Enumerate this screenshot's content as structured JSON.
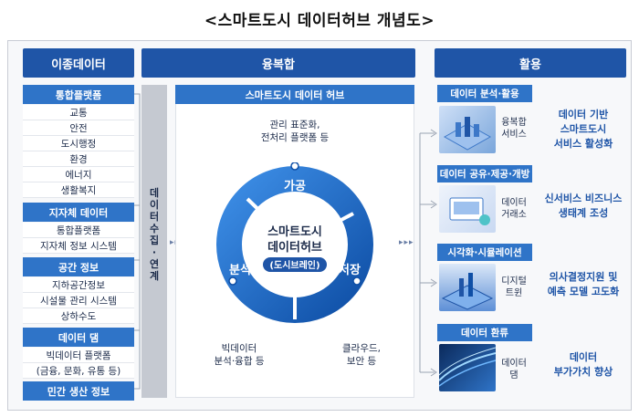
{
  "title": "<스마트도시 데이터허브 개념도>",
  "headers": {
    "left": "이종데이터",
    "middle": "융복합",
    "right": "활용"
  },
  "left_groups": [
    {
      "header": "통합플랫폼",
      "items": [
        "교통",
        "안전",
        "도시행정",
        "환경",
        "에너지",
        "생활복지"
      ]
    },
    {
      "header": "지자체 데이터",
      "items": [
        "통합플랫폼",
        "지자체 정보 시스템"
      ]
    },
    {
      "header": "공간 정보",
      "items": [
        "지하공간정보",
        "시설물 관리 시스템",
        "상하수도"
      ]
    },
    {
      "header": "데이터 댐",
      "items": [
        "빅데이터 플랫폼",
        "(금융, 문화, 유통 등)"
      ]
    },
    {
      "header": "민간 생산 정보",
      "items": []
    }
  ],
  "side_label": "데이터수집·연계",
  "hub": {
    "header": "스마트도시 데이터 허브",
    "center_line1": "스마트도시",
    "center_line2": "데이터허브",
    "center_badge": "(도시브레인)",
    "seg_top": "가공",
    "seg_left": "분석",
    "seg_right": "저장",
    "top_label_1": "관리 표준화,",
    "top_label_2": "전처리 플랫폼 등",
    "bl_label_1": "빅데이터",
    "bl_label_2": "분석·융합 등",
    "br_label_1": "클라우드,",
    "br_label_2": "보안 등"
  },
  "right_groups": [
    {
      "header": "데이터 분석·활용",
      "service_1": "융복합",
      "service_2": "서비스",
      "outcome_1": "데이터 기반",
      "outcome_2": "스마트도시",
      "outcome_3": "서비스 활성화"
    },
    {
      "header": "데이터 공유·제공·개방",
      "service_1": "데이터",
      "service_2": "거래소",
      "outcome_1": "신서비스 비즈니스",
      "outcome_2": "생태계 조성",
      "outcome_3": ""
    },
    {
      "header": "시각화·시뮬레이션",
      "service_1": "디지털",
      "service_2": "트윈",
      "outcome_1": "의사결정지원 및",
      "outcome_2": "예측 모델 고도화",
      "outcome_3": ""
    },
    {
      "header": "데이터 환류",
      "service_1": "데이터",
      "service_2": "댐",
      "outcome_1": "데이터",
      "outcome_2": "부가가치 향상",
      "outcome_3": ""
    }
  ],
  "colors": {
    "primary": "#1f55a7",
    "accent": "#2f74c8",
    "ring": "#1e6fd0",
    "ring_dark": "#0f4fa6"
  }
}
